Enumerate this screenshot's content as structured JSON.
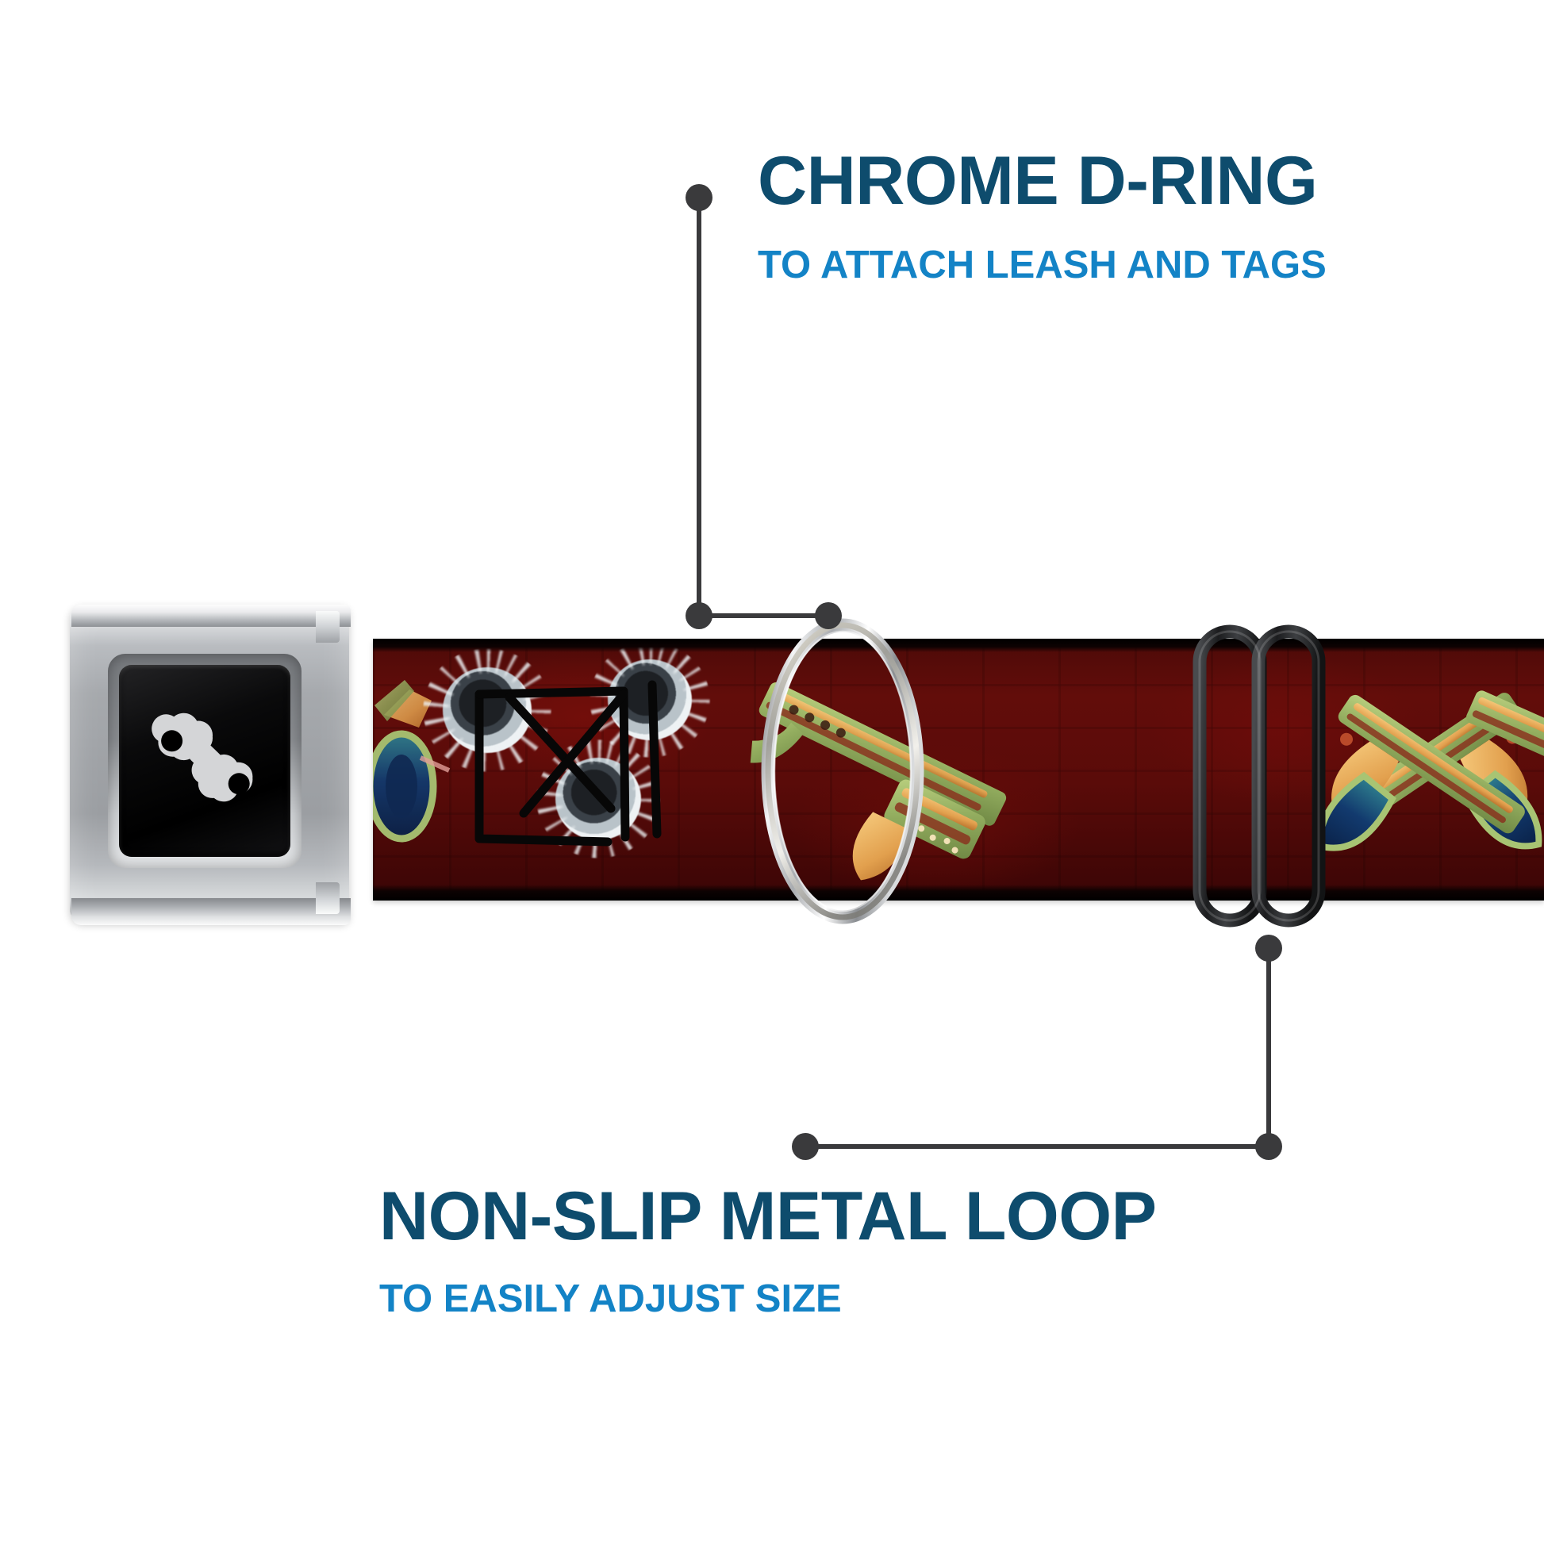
{
  "page": {
    "background_color": "#ffffff",
    "product_name": "seatbelt-buckle-dog-collar"
  },
  "colors": {
    "title_blue": "#0e4c6d",
    "subtitle_blue": "#1383c6",
    "leader_gray": "#3a3a3c",
    "strap_red": "#5a0b09",
    "strap_edge_black": "#0d0202",
    "chrome_light": "#f2f3f4",
    "chrome_mid": "#9fa2a6",
    "buckle_window_black": "#000000",
    "bone_logo_gray": "#d4d5d7",
    "weapon_green": "#9cb86b",
    "weapon_orange": "#e8a martial"
  },
  "callouts": [
    {
      "id": "chrome-d-ring",
      "title": "CHROME D-RING",
      "subtitle": "TO ATTACH LEASH AND TAGS",
      "title_color": "#0e4c6d",
      "subtitle_color": "#1383c6",
      "points_to": "d-ring"
    },
    {
      "id": "non-slip-metal-loop",
      "title": "NON-SLIP METAL LOOP",
      "subtitle": "TO EASILY ADJUST SIZE",
      "title_color": "#0e4c6d",
      "subtitle_color": "#1383c6",
      "points_to": "metal-slider-loop"
    }
  ],
  "product": {
    "buckle": {
      "type": "seatbelt-buckle",
      "finish": "chrome",
      "window_color": "#000000",
      "logo": "dog-bone-icon",
      "logo_color": "#d4d5d7"
    },
    "strap": {
      "base_color": "#5a0b09",
      "edge_color": "#0d0202",
      "pattern_name": "guns-bullet-holes-grenades",
      "motifs": [
        "bullet-hole",
        "submachine-gun",
        "crossed-revolvers",
        "grenade",
        "graffiti-scribble"
      ]
    },
    "d_ring": {
      "finish": "chrome",
      "shape": "d-ring"
    },
    "slider": {
      "finish": "black-metal",
      "shape": "double-bar-loop"
    }
  },
  "icons": {
    "bone": "dog-bone-icon",
    "bullet_hole": "bullet-hole-icon",
    "smg": "submachine-gun-icon",
    "revolvers": "crossed-revolvers-icon",
    "grenade": "grenade-icon"
  }
}
